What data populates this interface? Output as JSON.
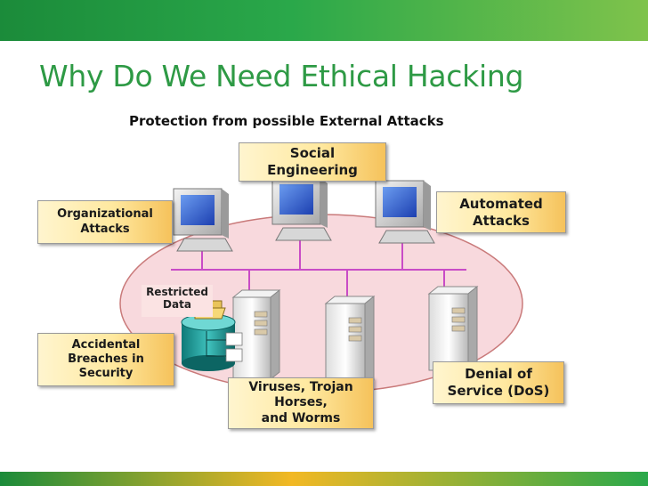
{
  "slide": {
    "title": "Why Do We Need Ethical Hacking",
    "subtitle": "Protection from possible External Attacks"
  },
  "labels": {
    "social_engineering": "Social\nEngineering",
    "organizational_attacks": "Organizational\nAttacks",
    "automated_attacks": "Automated\nAttacks",
    "restricted_data": "Restricted\nData",
    "accidental_breaches": "Accidental\nBreaches in\nSecurity",
    "viruses": "Viruses, Trojan\nHorses,\nand Worms",
    "denial_of_service": "Denial of\nService (DoS)"
  },
  "colors": {
    "title_green": "#2e9a45",
    "network_ellipse": "#f8d9dd",
    "bus_line": "#c94cc6",
    "label_gold": "#f5c25b"
  },
  "icons": [
    "workstation-icon",
    "server-icon",
    "database-icon",
    "folder-icon"
  ]
}
